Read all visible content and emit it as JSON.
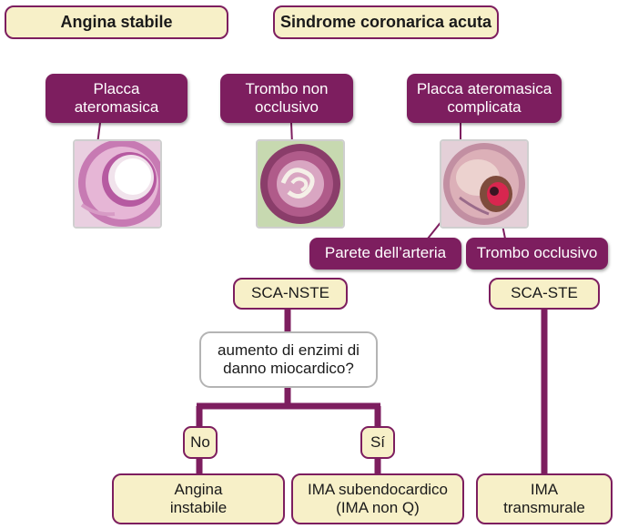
{
  "headers": {
    "stable": "Angina stabile",
    "acute": "Sindrome coronarica acuta"
  },
  "labels": {
    "plaque": "Placca ateromasica",
    "thrombus_nonocclusive": "Trombo non occlusivo",
    "plaque_complicated": "Placca ateromasica complicata",
    "artery_wall": "Parete dell’arteria",
    "thrombus_occlusive": "Trombo occlusivo"
  },
  "flow": {
    "nste": "SCA-NSTE",
    "ste": "SCA-STE",
    "question": "aumento di enzimi di danno miocardico?",
    "no": "No",
    "yes": "Sí",
    "unstable_angina": "Angina instabile",
    "ima_subendo": "IMA subendocardico (IMA non Q)",
    "ima_transmural": "IMA transmurale"
  },
  "colors": {
    "purple": "#7d1e5f",
    "cream": "#f7f0c8",
    "grey_border": "#b4b4b4"
  }
}
